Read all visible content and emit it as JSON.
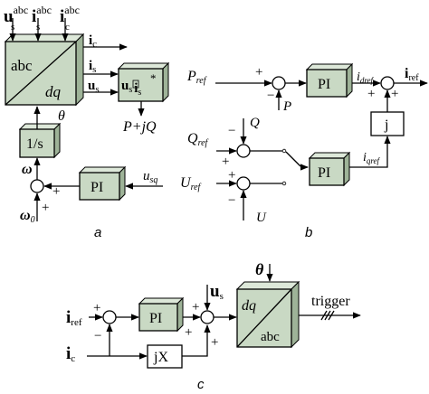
{
  "panel_a": {
    "caption": "a",
    "transform_top": "abc",
    "transform_bottom": "dq",
    "in_us": "u",
    "in_us_sup": "abc",
    "in_us_sub": "s",
    "in_is": "i",
    "in_is_sup": "abc",
    "in_is_sub": "s",
    "in_ic": "i",
    "in_ic_sup": "abc",
    "in_ic_sub": "c",
    "out_ic": "i",
    "out_ic_sub": "c",
    "out_is": "i",
    "out_is_sub": "s",
    "out_us": "u",
    "out_us_sub": "s",
    "product_block": "u",
    "product_block_sub": "s",
    "product_block_mid": "",
    "product_block_i": "i",
    "product_block_isup": "*",
    "product_block_isub": "s",
    "product_output": "P+jQ",
    "theta": "θ",
    "integrator": "1/s",
    "omega": "ω",
    "omega0": "ω",
    "omega0_sub": "0",
    "pi": "PI",
    "usq": "u",
    "usq_sub": "sq",
    "plus": "+"
  },
  "panel_b": {
    "caption": "b",
    "pref": "P",
    "pref_sub": "ref",
    "p": "P",
    "pi_top": "PI",
    "idref": "i",
    "idref_sub": "dref",
    "iref": "i",
    "iref_sub": "ref",
    "j": "j",
    "q": "Q",
    "qref": "Q",
    "qref_sub": "ref",
    "iqref": "i",
    "iqref_sub": "qref",
    "pi_bottom": "PI",
    "uref": "U",
    "uref_sub": "ref",
    "u": "U",
    "plus": "+",
    "minus": "−"
  },
  "panel_c": {
    "caption": "c",
    "iref": "i",
    "iref_sub": "ref",
    "ic": "i",
    "ic_sub": "c",
    "pi": "PI",
    "jx": "jX",
    "us": "u",
    "us_sub": "s",
    "theta": "θ",
    "transform_top": "dq",
    "transform_bottom": "abc",
    "trigger": "trigger",
    "plus": "+",
    "minus": "−"
  },
  "colors": {
    "block_fill": "#c9d9c4",
    "block_side": "#9eb398",
    "block_top": "#dde8d9"
  }
}
